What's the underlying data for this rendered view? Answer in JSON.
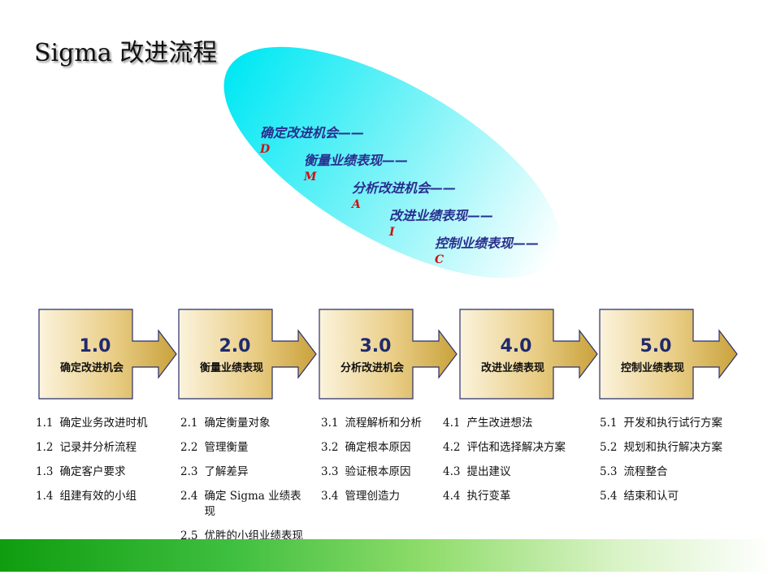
{
  "title": "Sigma 改进流程",
  "dmaic": [
    {
      "text": "确定改进机会——",
      "letter": "D"
    },
    {
      "text": "衡量业绩表现——",
      "letter": "M"
    },
    {
      "text": "分析改进机会——",
      "letter": "A"
    },
    {
      "text": "改进业绩表现——",
      "letter": "I"
    },
    {
      "text": "控制业绩表现——",
      "letter": "C"
    }
  ],
  "phases": [
    {
      "num": "1.0",
      "name": "确定改进机会"
    },
    {
      "num": "2.0",
      "name": "衡量业绩表现"
    },
    {
      "num": "3.0",
      "name": "分析改进机会"
    },
    {
      "num": "4.0",
      "name": "改进业绩表现"
    },
    {
      "num": "5.0",
      "name": "控制业绩表现"
    }
  ],
  "columns": [
    [
      {
        "num": "1.1",
        "text": "确定业务改进时机"
      },
      {
        "num": "1.2",
        "text": "记录并分析流程"
      },
      {
        "num": "1.3",
        "text": "确定客户要求"
      },
      {
        "num": "1.4",
        "text": "组建有效的小组"
      }
    ],
    [
      {
        "num": "2.1",
        "text": "确定衡量对象"
      },
      {
        "num": "2.2",
        "text": "管理衡量"
      },
      {
        "num": "2.3",
        "text": "了解差异"
      },
      {
        "num": "2.4",
        "text": "确定 Sigma 业绩表现"
      },
      {
        "num": "2.5",
        "text": "优胜的小组业绩表现"
      }
    ],
    [
      {
        "num": "3.1",
        "text": "流程解析和分析"
      },
      {
        "num": "3.2",
        "text": "确定根本原因"
      },
      {
        "num": "3.3",
        "text": "验证根本原因"
      },
      {
        "num": "3.4",
        "text": "管理创造力"
      }
    ],
    [
      {
        "num": "4.1",
        "text": "产生改进想法"
      },
      {
        "num": "4.2",
        "text": "评估和选择解决方案"
      },
      {
        "num": "4.3",
        "text": "提出建议"
      },
      {
        "num": "4.4",
        "text": "执行变革"
      }
    ],
    [
      {
        "num": "5.1",
        "text": "开发和执行试行方案"
      },
      {
        "num": "5.2",
        "text": "规划和执行解决方案"
      },
      {
        "num": "5.3",
        "text": "流程整合"
      },
      {
        "num": "5.4",
        "text": "结束和认可"
      }
    ]
  ]
}
